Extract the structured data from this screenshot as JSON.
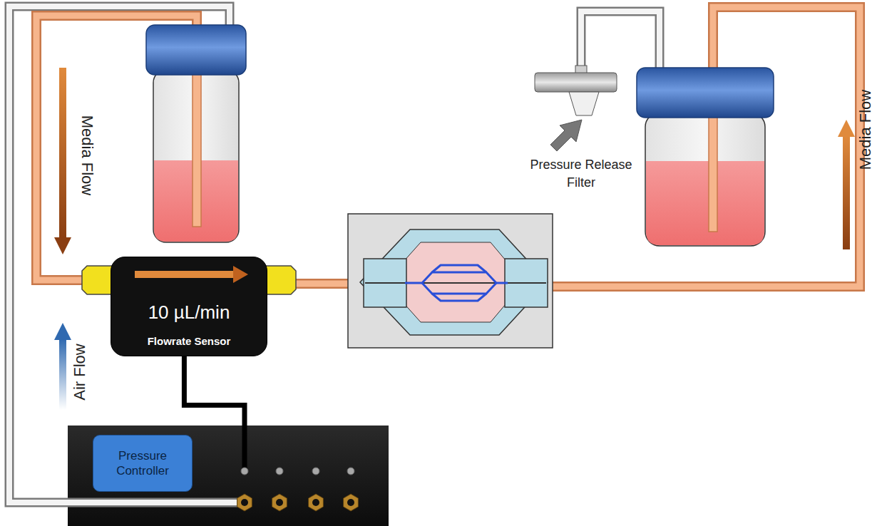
{
  "diagram": {
    "nodes": [
      {
        "text": [
          "10 µL/min",
          "Flowrate Sensor"
        ]
      },
      {
        "text": [
          "Pressure Controller"
        ]
      }
    ],
    "edges": [
      {
        "from": 0,
        "to": 1,
        "arrow": "none"
      }
    ],
    "labels": [
      "Media Flow",
      "Pressure Release Filter",
      "Media Flow",
      "Air Flow"
    ]
  }
}
